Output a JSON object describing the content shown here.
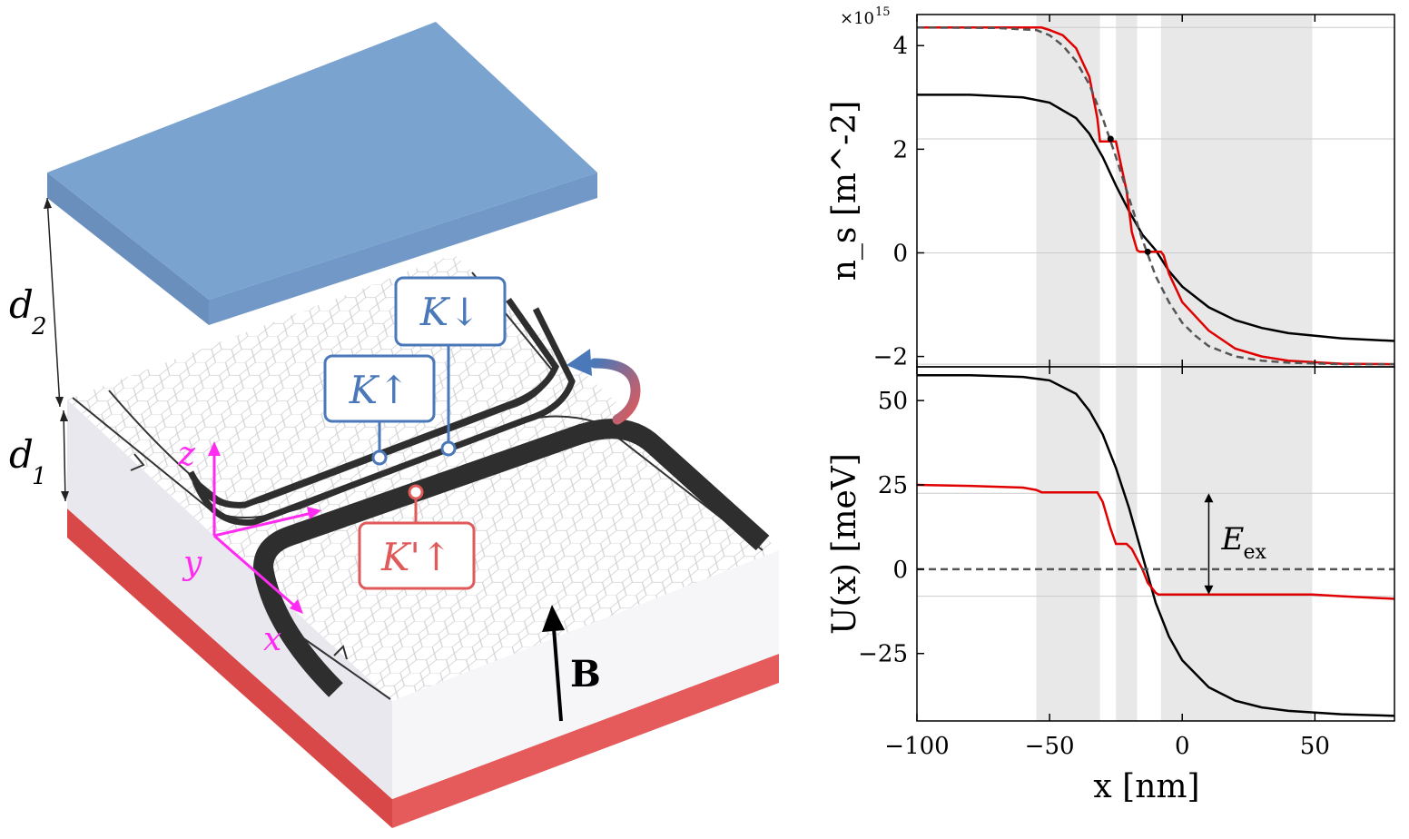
{
  "schematic": {
    "label_d2": "d",
    "label_d2_sub": "2",
    "label_d1": "d",
    "label_d1_sub": "1",
    "axis_z": "z",
    "axis_y": "y",
    "axis_x": "x",
    "field_label": "B",
    "box_k_down": "K↓",
    "box_k_up": "K↑",
    "box_kprime_up": "K'↑",
    "colors": {
      "top_gate": "#7aa3cf",
      "top_gate_side": "#6a8fbd",
      "bottom_gate": "#e05a5a",
      "substrate": "#eeeef2",
      "blue_label": "#4a78b8",
      "red_label": "#e05a5a",
      "axes": "#ff2bf0"
    }
  },
  "chart_data": [
    {
      "type": "line",
      "ylabel": "n_s [m^-2]",
      "scale_label": "×10",
      "scale_exp": "15",
      "xlim": [
        -100,
        80
      ],
      "ylim": [
        -2.2,
        4.6
      ],
      "yticks": [
        -2,
        0,
        2,
        4
      ],
      "ytick_labels": [
        "−2",
        "0",
        "2",
        "4"
      ],
      "hlines": [
        4.35,
        2.2,
        0,
        -2.15
      ],
      "shaded_regions": [
        [
          -55,
          -31
        ],
        [
          -25,
          -17
        ],
        [
          -8,
          49
        ]
      ],
      "series": [
        {
          "color": "#000000",
          "style": "solid",
          "x": [
            -100,
            -80,
            -60,
            -50,
            -40,
            -35,
            -30,
            -25,
            -20,
            -15,
            -10,
            -5,
            0,
            10,
            20,
            30,
            40,
            60,
            80
          ],
          "y": [
            3.05,
            3.05,
            3.0,
            2.9,
            2.6,
            2.3,
            1.85,
            1.3,
            0.8,
            0.35,
            0.05,
            -0.35,
            -0.65,
            -1.05,
            -1.3,
            -1.45,
            -1.55,
            -1.65,
            -1.7
          ]
        },
        {
          "color": "#e00000",
          "style": "solid",
          "x": [
            -100,
            -53,
            -50,
            -45,
            -40,
            -35,
            -32,
            -31,
            -26,
            -25,
            -21,
            -19,
            -17,
            -16,
            -8,
            -7,
            -5,
            0,
            10,
            20,
            30,
            40,
            60,
            80
          ],
          "y": [
            4.35,
            4.35,
            4.3,
            4.2,
            3.95,
            3.4,
            2.6,
            2.15,
            2.15,
            2.15,
            1.2,
            0.4,
            0.05,
            0.02,
            0.02,
            -0.05,
            -0.4,
            -0.95,
            -1.5,
            -1.85,
            -2.0,
            -2.08,
            -2.14,
            -2.15
          ]
        },
        {
          "color": "#555555",
          "style": "dashed",
          "x": [
            -100,
            -70,
            -55,
            -50,
            -45,
            -40,
            -35,
            -30,
            -25,
            -20,
            -15,
            -10,
            -5,
            0,
            5,
            10,
            20,
            30,
            40,
            60,
            80
          ],
          "y": [
            4.35,
            4.34,
            4.3,
            4.2,
            4.0,
            3.7,
            3.25,
            2.6,
            1.85,
            1.05,
            0.25,
            -0.45,
            -0.95,
            -1.35,
            -1.6,
            -1.8,
            -2.0,
            -2.08,
            -2.12,
            -2.15,
            -2.15
          ]
        }
      ],
      "markers": [
        {
          "x": -27,
          "y": 2.2
        },
        {
          "x": -13,
          "y": 0.02
        }
      ]
    },
    {
      "type": "line",
      "ylabel": "U(x) [meV]",
      "xlabel": "x [nm]",
      "xlim": [
        -100,
        80
      ],
      "ylim": [
        -45,
        60
      ],
      "xticks": [
        -100,
        -50,
        0,
        50
      ],
      "xtick_labels": [
        "−100",
        "−50",
        "0",
        "50"
      ],
      "yticks": [
        -25,
        0,
        25,
        50
      ],
      "ytick_labels": [
        "−25",
        "0",
        "25",
        "50"
      ],
      "hlines": [
        22.5,
        -8
      ],
      "shaded_regions": [
        [
          -55,
          -31
        ],
        [
          -25,
          -17
        ],
        [
          -8,
          49
        ]
      ],
      "annotation": "E",
      "annotation_sub": "ex",
      "annotation_x": 10,
      "annotation_range": [
        -7.5,
        22.5
      ],
      "series": [
        {
          "color": "#000000",
          "style": "solid",
          "x": [
            -100,
            -80,
            -60,
            -50,
            -40,
            -35,
            -30,
            -25,
            -20,
            -15,
            -10,
            -5,
            0,
            10,
            20,
            30,
            40,
            60,
            80
          ],
          "y": [
            57.5,
            57.5,
            57,
            56,
            52,
            47,
            40,
            30,
            18,
            4,
            -10,
            -20,
            -27,
            -35,
            -39,
            -41,
            -42,
            -43,
            -43.5
          ]
        },
        {
          "color": "#e00000",
          "style": "solid",
          "x": [
            -100,
            -80,
            -60,
            -55,
            -53,
            -32,
            -30,
            -27,
            -25,
            -21,
            -19,
            -17,
            -15,
            -13,
            -10,
            -9,
            10,
            40,
            49,
            60,
            80
          ],
          "y": [
            25,
            24.7,
            24.2,
            23.5,
            22.8,
            22.8,
            20,
            12,
            7.5,
            7.5,
            6,
            3,
            0,
            -4,
            -7,
            -7.5,
            -7.5,
            -7.5,
            -7.5,
            -8,
            -8.8
          ]
        },
        {
          "color": "#555555",
          "style": "dashed",
          "x": [
            -100,
            80
          ],
          "y": [
            0,
            0
          ]
        }
      ]
    }
  ]
}
